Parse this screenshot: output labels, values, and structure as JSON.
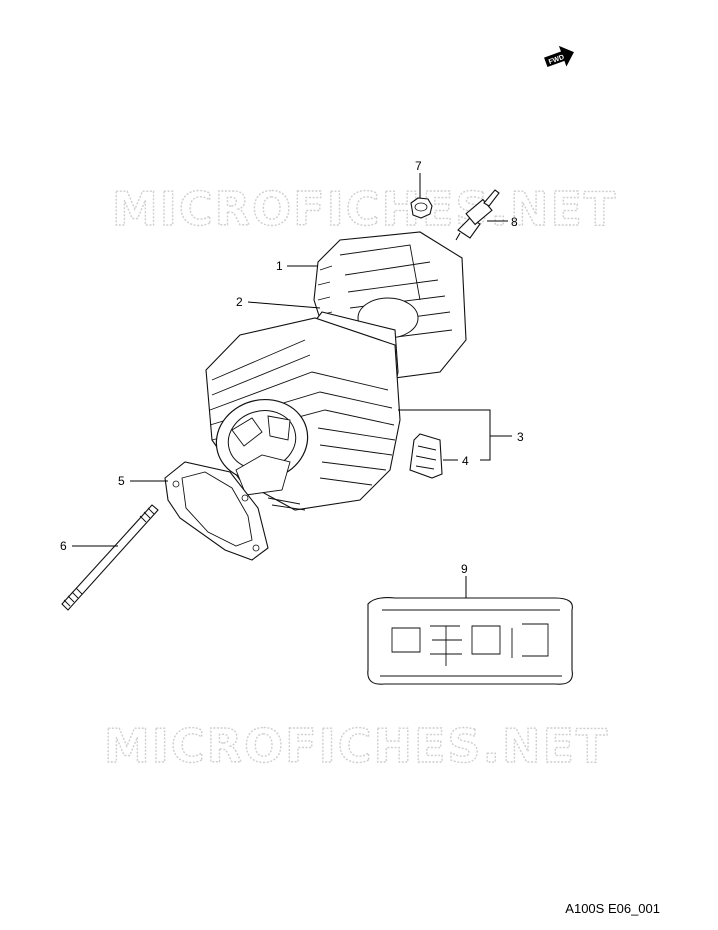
{
  "header": {
    "fwd_badge": "FWD"
  },
  "watermark": {
    "text": "MICROFICHES.NET"
  },
  "figure_code": "A100S E06_001",
  "callouts": [
    {
      "number": "1"
    },
    {
      "number": "2"
    },
    {
      "number": "3"
    },
    {
      "number": "4"
    },
    {
      "number": "5"
    },
    {
      "number": "6"
    },
    {
      "number": "7"
    },
    {
      "number": "8"
    },
    {
      "number": "9"
    }
  ],
  "colors": {
    "ink": "#000000",
    "watermark": "#cfcfcf",
    "paper": "#ffffff"
  }
}
